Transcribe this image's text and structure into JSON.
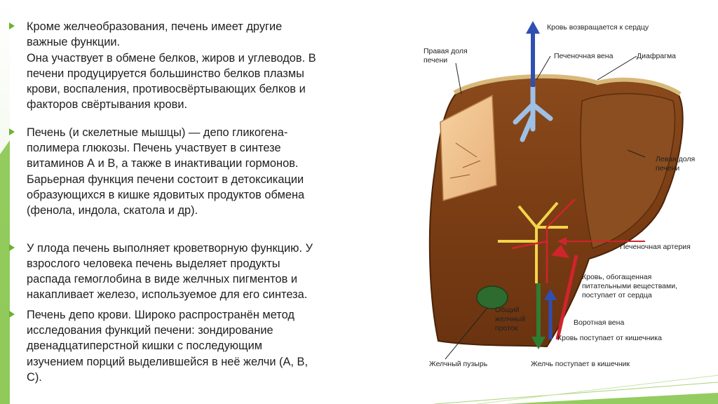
{
  "bullets": [
    {
      "lines": [
        "Кроме желчеобразования, печень имеет другие",
        "важные функции.",
        "Она участвует в обмене белков, жиров и углеводов. В",
        "печени продуцируется большинство белков плазмы",
        "крови, воспаления, противосвёртывающих белков и",
        "факторов свёртывания крови."
      ]
    },
    {
      "lines": [
        "Печень (и скелетные мышцы) — депо гликогена-",
        "полимера глюкозы. Печень участвует в синтезе",
        "витаминов А и В, а также в инактивации гормонов.",
        "Барьерная функция печени состоит в детоксикации",
        "образующихся в кишке ядовитых продуктов обмена",
        "(фенола, индола, скатола и др)."
      ]
    },
    {
      "lines": [
        "У плода печень выполняет кроветворную функцию. У",
        "взрослого человека печень выделяет продукты",
        "распада гемоглобина в виде желчных пигментов и",
        "накапливает железо, используемое для его синтеза."
      ]
    },
    {
      "lines": [
        "Печень депо крови. Широко распространён метод",
        "исследования функций печени: зондирование",
        "двенадцатиперстной кишки с последующим",
        "изучением порций выделившейся в неё желчи (А, В,",
        "С)."
      ]
    }
  ],
  "diagram": {
    "labels": {
      "blood_to_heart": "Кровь возвращается к сердцу",
      "right_lobe": [
        "Правая доля",
        "печени"
      ],
      "hepatic_vein": "Печеночная вена",
      "diaphragm": "Диафрагма",
      "left_lobe": [
        "Левая доля",
        "печени"
      ],
      "hepatic_artery": "Печеночная артерия",
      "oxygen_blood": [
        "Кровь, обогащенная",
        "питательными веществами,",
        "поступает от сердца"
      ],
      "common_bile_duct": [
        "Общий",
        "желчный",
        "проток"
      ],
      "portal_vein": "Воротная вена",
      "blood_from_intestine": "Кровь поступает от кишечника",
      "gallbladder": "Желчный пузырь",
      "bile_to_intestine": "Желчь поступает в кишечник"
    }
  },
  "colors": {
    "accent": "#6bb32e",
    "liver": "#7a3d14",
    "vein_blue": "#2f4fb3",
    "artery_red": "#d0242c",
    "bile_green": "#2e7d32",
    "bile_yellow": "#f2d64b"
  }
}
